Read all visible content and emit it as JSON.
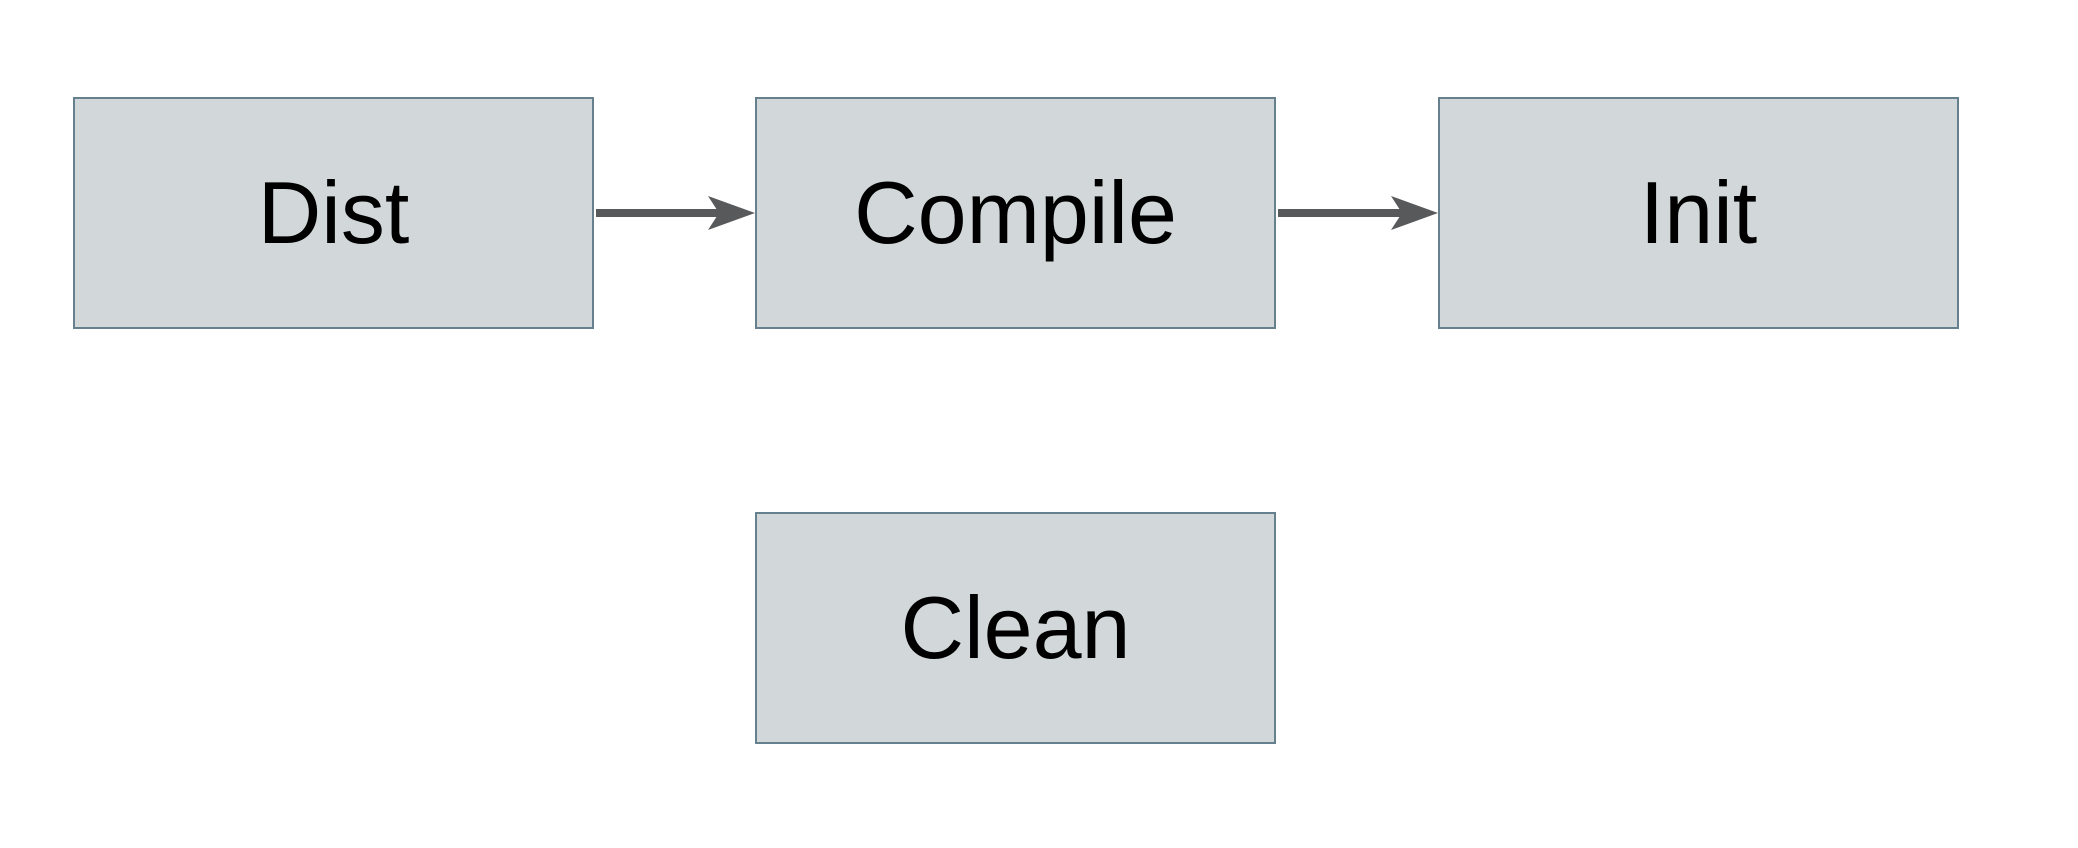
{
  "diagram": {
    "type": "flowchart",
    "background_color": "#ffffff",
    "node_style": {
      "fill_color": "#d2d8da",
      "border_color": "#66808e",
      "text_color": "#000000"
    },
    "arrow_color": "#58595b",
    "nodes": [
      {
        "id": "dist",
        "label": "Dist"
      },
      {
        "id": "compile",
        "label": "Compile"
      },
      {
        "id": "init",
        "label": "Init"
      },
      {
        "id": "clean",
        "label": "Clean"
      }
    ],
    "edges": [
      {
        "from": "Dist",
        "to": "Compile"
      },
      {
        "from": "Compile",
        "to": "Init"
      }
    ]
  }
}
